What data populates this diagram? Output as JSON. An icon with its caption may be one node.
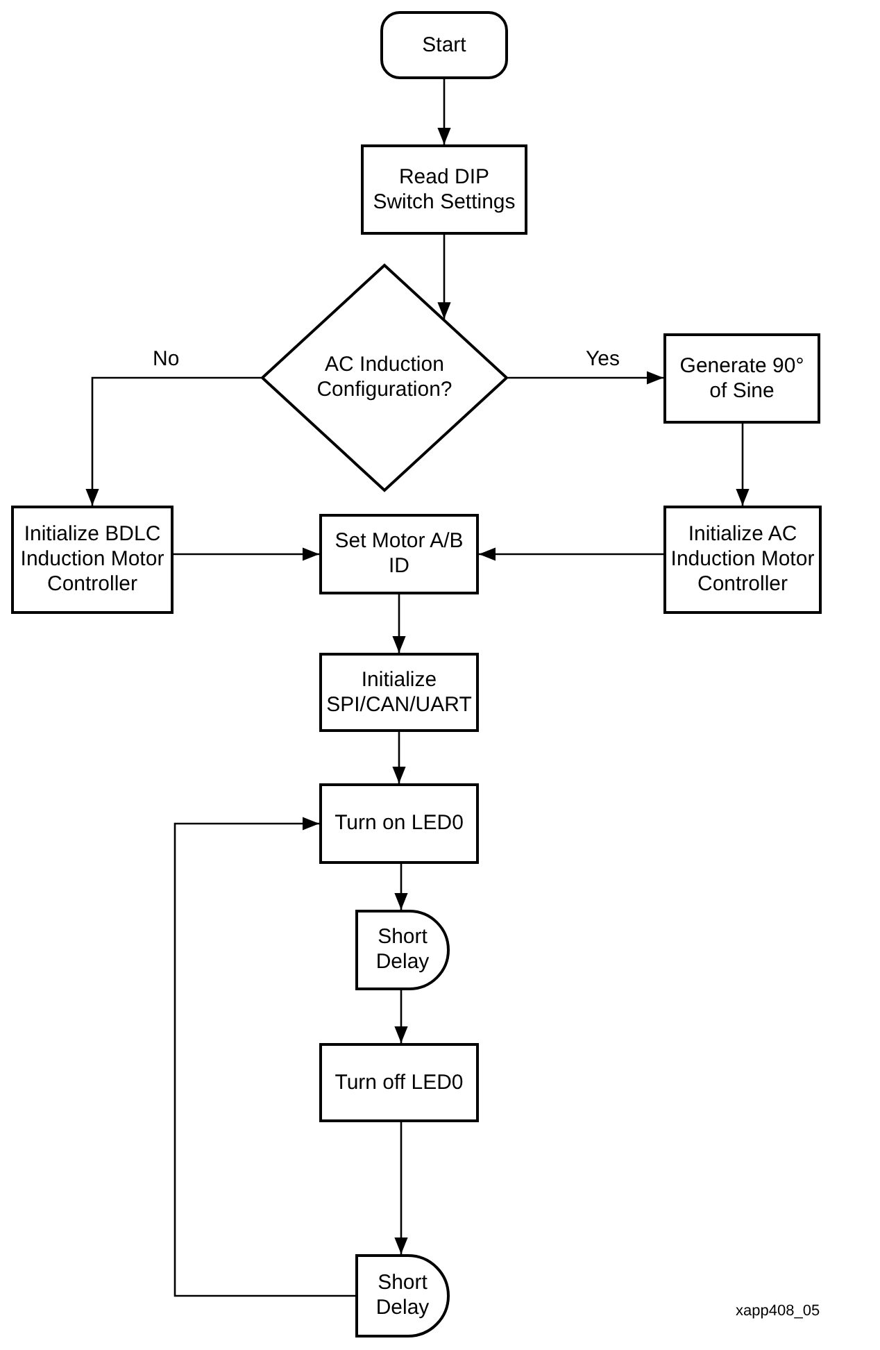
{
  "diagram": {
    "nodes": [
      {
        "text": [
          "Start"
        ]
      },
      {
        "text": [
          "Read DIP Switch Settings"
        ]
      },
      {
        "text": [
          "AC Induction Configuration?"
        ]
      },
      {
        "text": [
          "Generate 90° of Sine"
        ]
      },
      {
        "text": [
          "Initialize BDLC Induction Motor Controller"
        ]
      },
      {
        "text": [
          "Set Motor A/B ID"
        ]
      },
      {
        "text": [
          "Initialize AC Induction Motor Controller"
        ]
      },
      {
        "text": [
          "Initialize SPI/CAN/UART"
        ]
      },
      {
        "text": [
          "Turn on LED0"
        ]
      },
      {
        "text": [
          "Short Delay"
        ]
      },
      {
        "text": [
          "Turn off LED0"
        ]
      },
      {
        "text": [
          "Short Delay"
        ]
      }
    ],
    "edges": [
      {
        "from": 0,
        "to": 1,
        "arrow": "to"
      },
      {
        "from": 1,
        "to": 2,
        "arrow": "to"
      },
      {
        "from": 2,
        "to": 3,
        "arrow": "to",
        "label": "Yes"
      },
      {
        "from": 2,
        "to": 4,
        "arrow": "to",
        "label": "No"
      },
      {
        "from": 3,
        "to": 6,
        "arrow": "to"
      },
      {
        "from": 4,
        "to": 5,
        "arrow": "to"
      },
      {
        "from": 6,
        "to": 5,
        "arrow": "to"
      },
      {
        "from": 5,
        "to": 7,
        "arrow": "to"
      },
      {
        "from": 7,
        "to": 8,
        "arrow": "to"
      },
      {
        "from": 8,
        "to": 9,
        "arrow": "to"
      },
      {
        "from": 9,
        "to": 10,
        "arrow": "to"
      },
      {
        "from": 10,
        "to": 11,
        "arrow": "to"
      },
      {
        "from": 11,
        "to": 8,
        "arrow": "to"
      }
    ],
    "labels": [
      "xapp408_05"
    ]
  }
}
